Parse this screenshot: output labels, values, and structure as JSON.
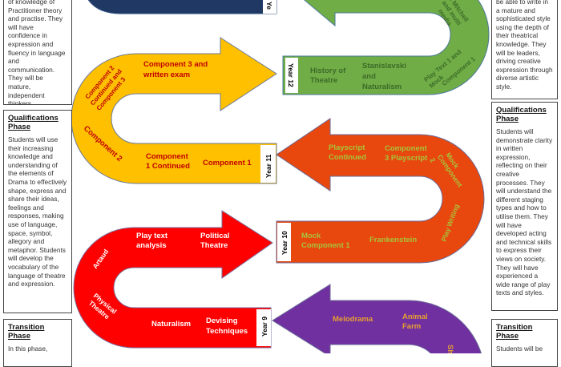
{
  "colors": {
    "navy": "#1f3864",
    "green": "#70ad47",
    "yellow": "#ffc000",
    "orange": "#e8470e",
    "red": "#ff0000",
    "purple": "#7030a0"
  },
  "left_boxes": [
    {
      "title": "",
      "text": "of knowledge of Practitioner theory and practise. They will have confidence in expression and fluency in language and communication. They will be mature, independent thinkers."
    },
    {
      "title": "Qualifications Phase",
      "text": "Students will use their increasing knowledge and understanding of the elements of Drama to effectively shape, express and share their ideas, feelings and responses, making use of language, space, symbol, allegory and metaphor. Students will develop the vocabulary of the language of theatre and expression."
    },
    {
      "title": "Transition Phase",
      "text": "In this phase,"
    }
  ],
  "right_boxes": [
    {
      "title": "",
      "text": "be able to write in a mature and sophisticated style using the depth of their theatrical knowledge. They will be leaders, driving creative expression through diverse artistic style."
    },
    {
      "title": "Qualifications Phase",
      "text": "Students will demonstrate clarity in written expression, reflecting on their creative processes. They will understand the different staging types and how to utilise them. They will have developed acting and technical skills to express their views on society. They will have experienced a wide range of play texts and styles."
    },
    {
      "title": "Transition Phase",
      "text": "Students will be"
    }
  ],
  "year13": {
    "label": "Ye"
  },
  "year12": {
    "label": "Year 12",
    "history": [
      "History of",
      "Theatre"
    ],
    "stanislavski": [
      "Stanislavski",
      "and",
      "Naturalism"
    ],
    "playtext": [
      "Play Text 1 and",
      "Mock",
      "Component 1"
    ],
    "mitchell": [
      "tle Mitchell",
      "and multi",
      "media"
    ]
  },
  "year11": {
    "label": "Year 11",
    "c3": [
      "Component 3 and",
      "written exam"
    ],
    "c2c3": [
      "Component 2",
      "Continued and",
      "Component 3"
    ],
    "c2": "Component 2",
    "c1c": [
      "Component",
      "1 Continued"
    ],
    "c1": "Component 1"
  },
  "year10": {
    "label": "Year 10",
    "playscript": [
      "Playscript",
      "Continued"
    ],
    "c3p": [
      "Component",
      "3 Playscript"
    ],
    "mock2": [
      "Mock",
      "Component",
      "2"
    ],
    "playwriting": "Play Writing",
    "mock1": [
      "Mock",
      "Component 1"
    ],
    "frankenstein": "Frankenstein"
  },
  "year9": {
    "label": "Year 9",
    "playtext": [
      "Play text",
      "analysis"
    ],
    "political": [
      "Political",
      "Theatre"
    ],
    "artaud": "Artaud",
    "physical": [
      "Physical",
      "Theatre"
    ],
    "naturalism": "Naturalism",
    "devising": [
      "Devising",
      "Techniques"
    ]
  },
  "year8": {
    "melodrama": "Melodrama",
    "animal": [
      "Animal",
      "Farm"
    ],
    "sh": "Sh"
  }
}
